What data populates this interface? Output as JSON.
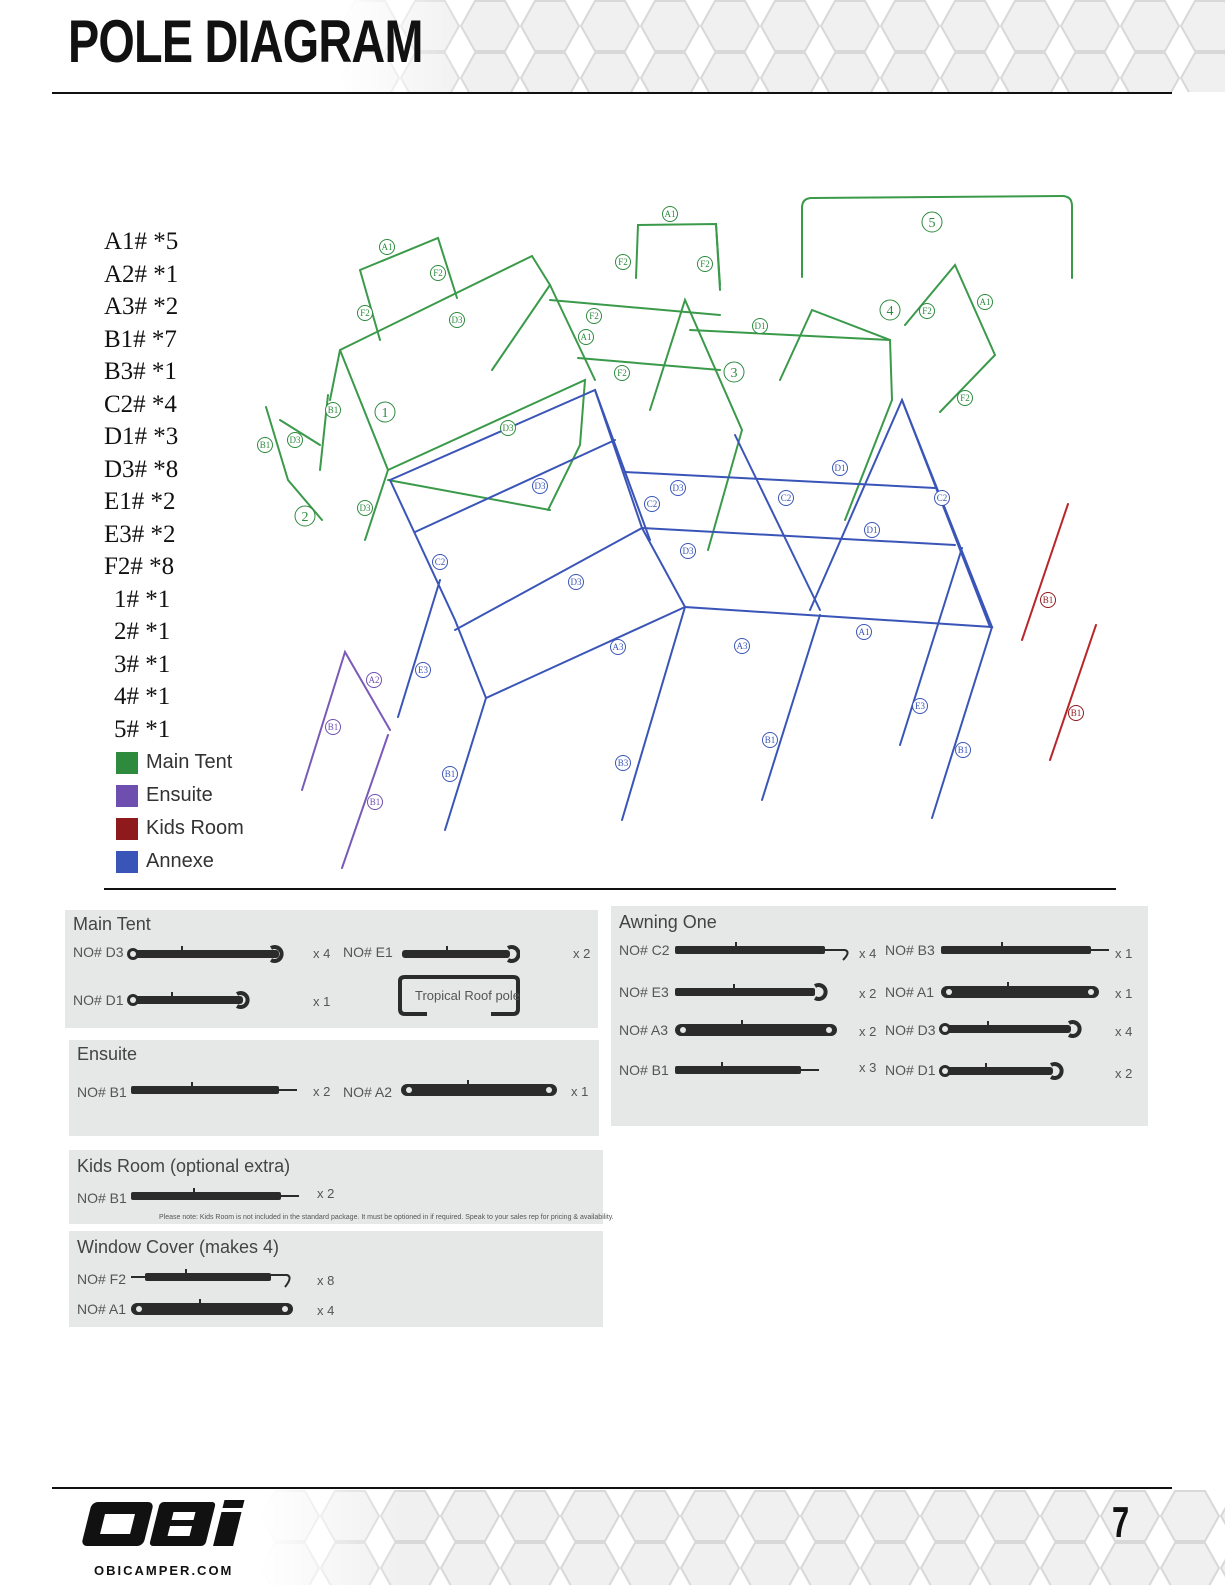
{
  "header": {
    "title": "POLE DIAGRAM"
  },
  "counts": [
    "A1# *5",
    "A2# *1",
    "A3# *2",
    "B1# *7",
    "B3# *1",
    "C2# *4",
    "D1# *3",
    "D3# *8",
    "E1# *2",
    "E3# *2",
    "F2# *8",
    "1# *1",
    "2# *1",
    "3# *1",
    "4# *1",
    "5# *1"
  ],
  "legend": [
    {
      "label": "Main Tent",
      "color": "#2e8b3e"
    },
    {
      "label": "Ensuite",
      "color": "#6e4fb0"
    },
    {
      "label": "Kids Room",
      "color": "#8f1a1e"
    },
    {
      "label": "Annexe",
      "color": "#3a55b8"
    }
  ],
  "diagram_labels": {
    "green": [
      "A1",
      "F2",
      "F2",
      "D3",
      "B1",
      "1",
      "A1",
      "F2",
      "F2",
      "B1",
      "D3",
      "2",
      "D3",
      "A1",
      "F2",
      "F2",
      "3",
      "D1",
      "5",
      "4",
      "F2",
      "A1",
      "F2",
      "D3"
    ],
    "blue": [
      "D3",
      "C2",
      "D3",
      "D1",
      "C2",
      "C2",
      "D1",
      "D3",
      "C2",
      "D3",
      "A3",
      "A3",
      "A1",
      "E3",
      "B1",
      "B3",
      "B1",
      "E3",
      "B1"
    ],
    "purple": [
      "A2",
      "B1",
      "B1"
    ],
    "red": [
      "B1",
      "B1"
    ]
  },
  "panels": {
    "main_tent": {
      "title": "Main Tent",
      "parts": [
        {
          "label": "NO# D3",
          "qty": "x 4"
        },
        {
          "label": "NO# E1",
          "qty": "x 2"
        },
        {
          "label": "NO# D1",
          "qty": "x 1"
        }
      ],
      "tropical": "Tropical Roof pole"
    },
    "ensuite": {
      "title": "Ensuite",
      "parts": [
        {
          "label": "NO# B1",
          "qty": "x 2"
        },
        {
          "label": "NO# A2",
          "qty": "x 1"
        }
      ]
    },
    "kids_room": {
      "title": "Kids Room (optional extra)",
      "parts": [
        {
          "label": "NO# B1",
          "qty": "x 2"
        }
      ],
      "note": "Please note: Kids Room is not included in the standard package. It must be optioned in if required. Speak to your sales rep for pricing & availability."
    },
    "window_cover": {
      "title": "Window Cover (makes 4)",
      "parts": [
        {
          "label": "NO# F2",
          "qty": "x 8"
        },
        {
          "label": "NO# A1",
          "qty": "x 4"
        }
      ]
    },
    "awning_one": {
      "title": "Awning One",
      "parts": [
        {
          "label": "NO# C2",
          "qty": "x 4"
        },
        {
          "label": "NO# B3",
          "qty": "x 1"
        },
        {
          "label": "NO# E3",
          "qty": "x 2"
        },
        {
          "label": "NO# A1",
          "qty": "x 1"
        },
        {
          "label": "NO# A3",
          "qty": "x 2"
        },
        {
          "label": "NO# D3",
          "qty": "x 4"
        },
        {
          "label": "NO# B1",
          "qty": "x 3"
        },
        {
          "label": "NO# D1",
          "qty": "x 2"
        }
      ]
    }
  },
  "footer": {
    "logo": "OBi",
    "url": "OBICAMPER.COM",
    "page": "7"
  }
}
